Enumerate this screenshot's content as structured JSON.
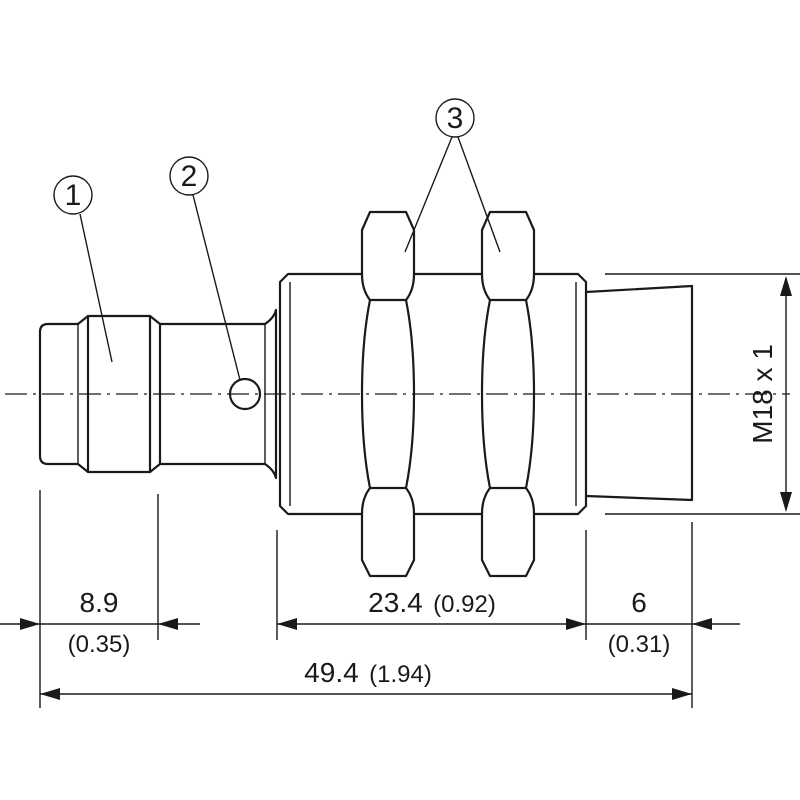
{
  "callouts": [
    "1",
    "2",
    "3"
  ],
  "dimensions": {
    "connector": {
      "value": "8.9",
      "inch": "(0.35)"
    },
    "thread_length": {
      "value": "23.4",
      "inch": "(0.92)"
    },
    "face": {
      "value": "6",
      "inch": "(0.31)"
    },
    "overall": {
      "value": "49.4",
      "inch": "(1.94)"
    },
    "thread_spec": "M18 x 1"
  }
}
